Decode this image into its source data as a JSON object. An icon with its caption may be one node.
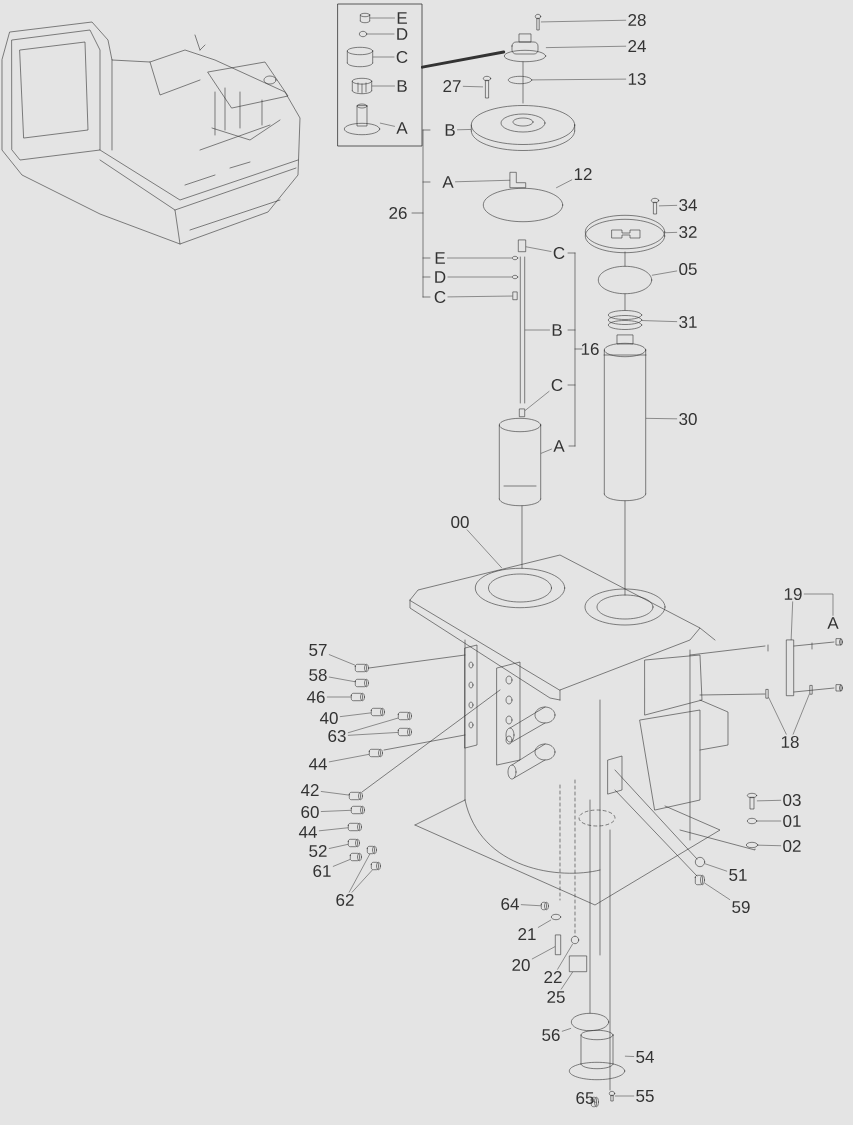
{
  "diagram": {
    "nodes": [
      {
        "text": [],
        "shape": "box"
      },
      {
        "text": [
          "E"
        ],
        "in": 0
      },
      {
        "text": [
          "D"
        ],
        "in": 0
      },
      {
        "text": [
          "C"
        ],
        "in": 0
      },
      {
        "text": [
          "B"
        ],
        "in": 0
      },
      {
        "text": [
          "A"
        ],
        "in": 0
      },
      {
        "text": [
          "28"
        ]
      },
      {
        "text": [
          "24"
        ]
      },
      {
        "text": [
          "27"
        ]
      },
      {
        "text": [
          "13"
        ]
      },
      {
        "text": [
          "B"
        ]
      },
      {
        "text": [
          "A"
        ]
      },
      {
        "text": [
          "12"
        ]
      },
      {
        "text": [
          "34"
        ]
      },
      {
        "text": [
          "32"
        ]
      },
      {
        "text": [
          "E"
        ]
      },
      {
        "text": [
          "C"
        ]
      },
      {
        "text": [
          "D"
        ]
      },
      {
        "text": [
          "C"
        ]
      },
      {
        "text": [
          "05"
        ]
      },
      {
        "text": [
          "31"
        ]
      },
      {
        "text": [
          "B"
        ]
      },
      {
        "text": [
          "C"
        ]
      },
      {
        "text": [
          "30"
        ]
      },
      {
        "text": [
          "A"
        ]
      },
      {
        "text": [
          "00"
        ]
      },
      {
        "text": [
          "19"
        ]
      },
      {
        "text": [
          "A"
        ]
      },
      {
        "text": [
          "57"
        ]
      },
      {
        "text": [
          "58"
        ]
      },
      {
        "text": [
          "46"
        ]
      },
      {
        "text": [
          "40"
        ]
      },
      {
        "text": [
          "63"
        ]
      },
      {
        "text": [
          "44"
        ]
      },
      {
        "text": [
          "18"
        ]
      },
      {
        "text": [
          "42"
        ]
      },
      {
        "text": [
          "60"
        ]
      },
      {
        "text": [
          "03"
        ]
      },
      {
        "text": [
          "44"
        ]
      },
      {
        "text": [
          "01"
        ]
      },
      {
        "text": [
          "02"
        ]
      },
      {
        "text": [
          "52"
        ]
      },
      {
        "text": [
          "61"
        ]
      },
      {
        "text": [
          "51"
        ]
      },
      {
        "text": [
          "62"
        ]
      },
      {
        "text": [
          "59"
        ]
      },
      {
        "text": [
          "64"
        ]
      },
      {
        "text": [
          "21"
        ]
      },
      {
        "text": [
          "20"
        ]
      },
      {
        "text": [
          "22"
        ]
      },
      {
        "text": [
          "25"
        ]
      },
      {
        "text": [
          "56"
        ]
      },
      {
        "text": [
          "54"
        ]
      },
      {
        "text": [
          "65"
        ]
      },
      {
        "text": [
          "55"
        ]
      },
      {
        "text": [],
        "shape": "picture",
        "in": 0
      },
      {
        "text": [],
        "shape": "circle",
        "in": 0
      },
      {
        "text": [],
        "shape": "picture",
        "in": 0
      },
      {
        "text": [],
        "shape": "picture",
        "in": 0
      },
      {
        "text": [],
        "shape": "picture",
        "in": 0
      },
      {
        "text": [],
        "shape": "picture"
      },
      {
        "text": [],
        "shape": "picture"
      },
      {
        "text": [],
        "shape": "picture"
      },
      {
        "text": [],
        "shape": "circle"
      },
      {
        "text": [],
        "shape": "picture"
      },
      {
        "text": [],
        "shape": "picture"
      },
      {
        "text": [],
        "shape": "circle"
      },
      {
        "text": [],
        "shape": "picture"
      },
      {
        "text": [],
        "shape": "picture"
      },
      {
        "text": [],
        "shape": "circle"
      },
      {
        "text": [],
        "shape": "box"
      },
      {
        "text": [],
        "shape": "circle"
      },
      {
        "text": [],
        "shape": "box"
      },
      {
        "text": [],
        "shape": "circle"
      },
      {
        "text": [],
        "shape": "picture"
      },
      {
        "text": [],
        "shape": "picture"
      },
      {
        "text": [],
        "shape": "box"
      },
      {
        "text": [],
        "shape": "picture"
      },
      {
        "text": [],
        "shape": "picture"
      },
      {
        "text": [],
        "shape": "picture"
      },
      {
        "text": [],
        "shape": "box"
      },
      {
        "text": [],
        "shape": "box"
      },
      {
        "text": [],
        "shape": "box"
      },
      {
        "text": [],
        "shape": "box"
      },
      {
        "text": [],
        "shape": "box"
      },
      {
        "text": [],
        "shape": "box"
      },
      {
        "text": [],
        "shape": "box"
      },
      {
        "text": [],
        "shape": "box"
      },
      {
        "text": [],
        "shape": "box"
      },
      {
        "text": [],
        "shape": "box"
      },
      {
        "text": [],
        "shape": "box"
      },
      {
        "text": [],
        "shape": "box"
      },
      {
        "text": [],
        "shape": "picture"
      },
      {
        "text": [],
        "shape": "box"
      },
      {
        "text": [],
        "shape": "circle"
      },
      {
        "text": [],
        "shape": "circle"
      },
      {
        "text": [],
        "shape": "box"
      },
      {
        "text": [],
        "shape": "box"
      },
      {
        "text": [],
        "shape": "circle"
      },
      {
        "text": [],
        "shape": "box"
      },
      {
        "text": [],
        "shape": "box"
      },
      {
        "text": [],
        "shape": "box"
      },
      {
        "text": [],
        "shape": "box"
      },
      {
        "text": [],
        "shape": "circle"
      },
      {
        "text": [],
        "shape": "box"
      },
      {
        "text": [],
        "shape": "circle"
      },
      {
        "text": [],
        "shape": "box"
      },
      {
        "text": [],
        "shape": "circle"
      },
      {
        "text": [],
        "shape": "picture"
      },
      {
        "text": [],
        "shape": "box"
      },
      {
        "text": [],
        "shape": "picture"
      }
    ],
    "edges": [
      {
        "from": 0,
        "to": 61,
        "arrow": "none",
        "style": "thick"
      },
      {
        "from": 1,
        "to": 55,
        "arrow": "none"
      },
      {
        "from": 2,
        "to": 56,
        "arrow": "none"
      },
      {
        "from": 3,
        "to": 57,
        "arrow": "none"
      },
      {
        "from": 4,
        "to": 58,
        "arrow": "none"
      },
      {
        "from": 5,
        "to": 59,
        "arrow": "none"
      },
      {
        "from": 6,
        "to": 60,
        "arrow": "none"
      },
      {
        "from": 7,
        "to": 61,
        "arrow": "none"
      },
      {
        "from": 8,
        "to": 62,
        "arrow": "none"
      },
      {
        "from": 9,
        "to": 63,
        "arrow": "none"
      },
      {
        "from": 10,
        "to": 64,
        "arrow": "none"
      },
      {
        "from": 11,
        "to": 65,
        "arrow": "none"
      },
      {
        "from": 12,
        "to": 66,
        "arrow": "none"
      },
      {
        "from": 13,
        "to": 67,
        "arrow": "none"
      },
      {
        "from": 14,
        "to": 68,
        "arrow": "none"
      },
      {
        "from": 15,
        "to": 69,
        "arrow": "none"
      },
      {
        "from": 16,
        "to": 70,
        "arrow": "none"
      },
      {
        "from": 17,
        "to": 71,
        "arrow": "none"
      },
      {
        "from": 18,
        "to": 72,
        "arrow": "none"
      },
      {
        "from": 19,
        "to": 73,
        "arrow": "none"
      },
      {
        "from": 20,
        "to": 74,
        "arrow": "none"
      },
      {
        "from": 21,
        "to": 75,
        "arrow": "none"
      },
      {
        "from": 22,
        "to": 76,
        "arrow": "none"
      },
      {
        "from": 23,
        "to": 77,
        "arrow": "none"
      },
      {
        "from": 24,
        "to": 78,
        "arrow": "none"
      },
      {
        "from": 25,
        "to": 79,
        "arrow": "none"
      },
      {
        "from": 26,
        "to": 80,
        "arrow": "none"
      },
      {
        "from": 27,
        "to": 26,
        "arrow": "none"
      },
      {
        "from": 28,
        "to": 81,
        "arrow": "none"
      },
      {
        "from": 29,
        "to": 82,
        "arrow": "none"
      },
      {
        "from": 30,
        "to": 83,
        "arrow": "none"
      },
      {
        "from": 31,
        "to": 84,
        "arrow": "none"
      },
      {
        "from": 32,
        "to": 85,
        "arrow": "none"
      },
      {
        "from": 32,
        "to": 86,
        "arrow": "none"
      },
      {
        "from": 33,
        "to": 87,
        "arrow": "none"
      },
      {
        "from": 34,
        "to": 88,
        "arrow": "none"
      },
      {
        "from": 34,
        "to": 89,
        "arrow": "none"
      },
      {
        "from": 35,
        "to": 90,
        "arrow": "none"
      },
      {
        "from": 36,
        "to": 91,
        "arrow": "none"
      },
      {
        "from": 37,
        "to": 92,
        "arrow": "none"
      },
      {
        "from": 38,
        "to": 93,
        "arrow": "none"
      },
      {
        "from": 39,
        "to": 94,
        "arrow": "none"
      },
      {
        "from": 40,
        "to": 95,
        "arrow": "none"
      },
      {
        "from": 41,
        "to": 96,
        "arrow": "none"
      },
      {
        "from": 42,
        "to": 97,
        "arrow": "none"
      },
      {
        "from": 43,
        "to": 98,
        "arrow": "none"
      },
      {
        "from": 44,
        "to": 99,
        "arrow": "none"
      },
      {
        "from": 44,
        "to": 100,
        "arrow": "none"
      },
      {
        "from": 45,
        "to": 101,
        "arrow": "none"
      },
      {
        "from": 46,
        "to": 102,
        "arrow": "none"
      },
      {
        "from": 47,
        "to": 103,
        "arrow": "none"
      },
      {
        "from": 48,
        "to": 104,
        "arrow": "none"
      },
      {
        "from": 49,
        "to": 105,
        "arrow": "none"
      },
      {
        "from": 50,
        "to": 106,
        "arrow": "none"
      },
      {
        "from": 51,
        "to": 107,
        "arrow": "none"
      },
      {
        "from": 52,
        "to": 108,
        "arrow": "none"
      },
      {
        "from": 53,
        "to": 109,
        "arrow": "none"
      },
      {
        "from": 54,
        "to": 110,
        "arrow": "none"
      }
    ],
    "labels": [
      "26",
      "16"
    ]
  }
}
